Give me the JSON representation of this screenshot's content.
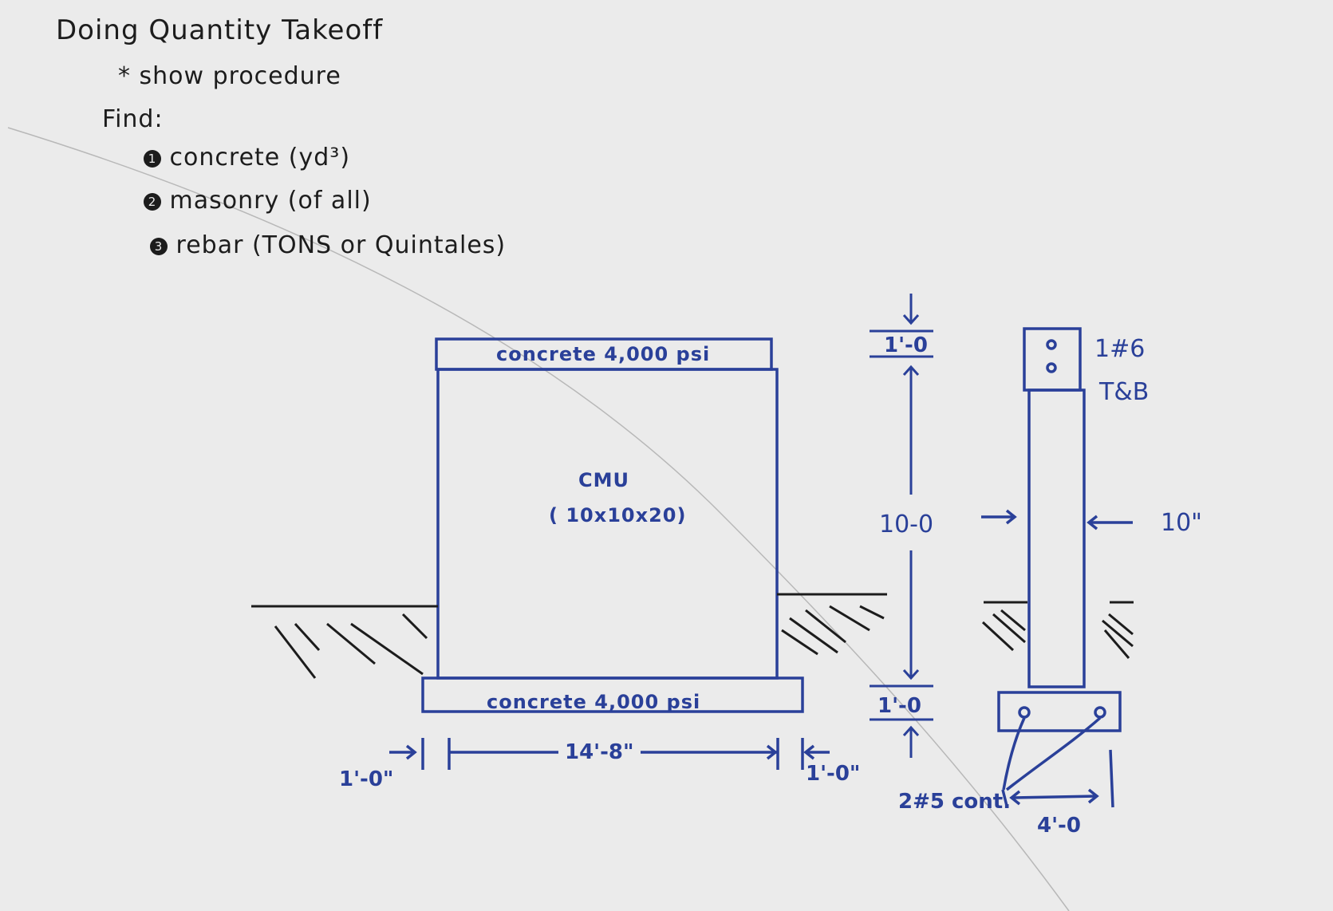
{
  "header": {
    "title": "Doing Quantity Takeoff",
    "subtitle": "* show procedure",
    "find_label": "Find:",
    "items": [
      {
        "marker": "1",
        "text": "concrete (yd³)"
      },
      {
        "marker": "2",
        "text": "masonry (of all)"
      },
      {
        "marker": "3",
        "text": "rebar (TONS or Quintales)"
      }
    ]
  },
  "elevation": {
    "top_beam_label": "concrete 4,000 psi",
    "wall_label": "CMU",
    "wall_size": "( 10x10x20)",
    "footing_label": "concrete 4,000 psi",
    "dim_left": "1'-0\"",
    "dim_length": "14'-8\"",
    "dim_right": "1'-0\""
  },
  "section_dims": {
    "top_thickness": "1'-0",
    "wall_height": "10-0",
    "footing_thickness": "1'-0"
  },
  "section": {
    "top_rebar": "1#6",
    "top_rebar_note": "T&B",
    "wall_thickness": "10\"",
    "footing_rebar": "2#5 cont.",
    "footing_width": "4'-0"
  },
  "colors": {
    "paper": "#ebebeb",
    "ink_black": "#1c1c1c",
    "ink_blue": "#2a4099"
  }
}
